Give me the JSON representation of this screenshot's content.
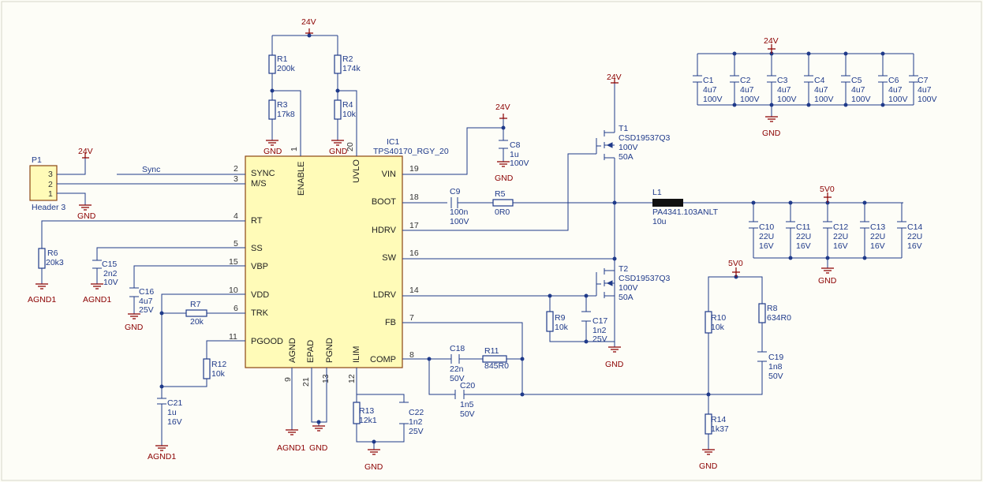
{
  "ic": {
    "designator": "IC1",
    "part": "TPS40170_RGY_20"
  },
  "ic_pins": {
    "sync": {
      "num": "2",
      "name": "SYNC"
    },
    "ms": {
      "num": "3",
      "name": "M/S"
    },
    "rt": {
      "num": "4",
      "name": "RT"
    },
    "ss": {
      "num": "5",
      "name": "SS"
    },
    "vbp": {
      "num": "15",
      "name": "VBP"
    },
    "vdd": {
      "num": "10",
      "name": "VDD"
    },
    "trk": {
      "num": "6",
      "name": "TRK"
    },
    "pgood": {
      "num": "11",
      "name": "PGOOD"
    },
    "enable": {
      "num": "1",
      "name": "ENABLE"
    },
    "uvlo": {
      "num": "20",
      "name": "UVLO"
    },
    "vin": {
      "num": "19",
      "name": "VIN"
    },
    "boot": {
      "num": "18",
      "name": "BOOT"
    },
    "hdrv": {
      "num": "17",
      "name": "HDRV"
    },
    "sw": {
      "num": "16",
      "name": "SW"
    },
    "ldrv": {
      "num": "14",
      "name": "LDRV"
    },
    "fb": {
      "num": "7",
      "name": "FB"
    },
    "comp": {
      "num": "8",
      "name": "COMP"
    },
    "agnd": {
      "num": "9",
      "name": "AGND"
    },
    "epad": {
      "num": "21",
      "name": "EPAD"
    },
    "pgnd": {
      "num": "13",
      "name": "PGND"
    },
    "ilim": {
      "num": "12",
      "name": "ILIM"
    }
  },
  "connector": {
    "designator": "P1",
    "part": "Header 3",
    "pins": [
      "3",
      "2",
      "1"
    ]
  },
  "net_labels": {
    "sync": "Sync"
  },
  "power": {
    "v24": "24V",
    "v5": "5V0",
    "gnd": "GND",
    "agnd": "AGND1"
  },
  "components": {
    "r1": {
      "des": "R1",
      "val": "200k"
    },
    "r2": {
      "des": "R2",
      "val": "174k"
    },
    "r3": {
      "des": "R3",
      "val": "17k8"
    },
    "r4": {
      "des": "R4",
      "val": "10k"
    },
    "r5": {
      "des": "R5",
      "val": "0R0"
    },
    "r6": {
      "des": "R6",
      "val": "20k3"
    },
    "r7": {
      "des": "R7",
      "val": "20k"
    },
    "r8": {
      "des": "R8",
      "val": "634R0"
    },
    "r9": {
      "des": "R9",
      "val": "10k"
    },
    "r10": {
      "des": "R10",
      "val": "10k"
    },
    "r11": {
      "des": "R11",
      "val": "845R0"
    },
    "r12": {
      "des": "R12",
      "val": "10k"
    },
    "r13": {
      "des": "R13",
      "val": "12k1"
    },
    "r14": {
      "des": "R14",
      "val": "1k37"
    },
    "c8": {
      "des": "C8",
      "val": "1u",
      "volt": "100V"
    },
    "c9": {
      "des": "C9",
      "val": "100n",
      "volt": "100V"
    },
    "c15": {
      "des": "C15",
      "val": "2n2",
      "volt": "10V"
    },
    "c16": {
      "des": "C16",
      "val": "4u7",
      "volt": "25V"
    },
    "c17": {
      "des": "C17",
      "val": "1n2",
      "volt": "25V"
    },
    "c18": {
      "des": "C18",
      "val": "22n",
      "volt": "50V"
    },
    "c19": {
      "des": "C19",
      "val": "1n8",
      "volt": "50V"
    },
    "c20": {
      "des": "C20",
      "val": "1n5",
      "volt": "50V"
    },
    "c21": {
      "des": "C21",
      "val": "1u",
      "volt": "16V"
    },
    "c22": {
      "des": "C22",
      "val": "1n2",
      "volt": "25V"
    },
    "l1": {
      "des": "L1",
      "part": "PA4341.103ANLT",
      "val": "10u"
    },
    "t1": {
      "des": "T1",
      "part": "CSD19537Q3",
      "volt": "100V",
      "amp": "50A"
    },
    "t2": {
      "des": "T2",
      "part": "CSD19537Q3",
      "volt": "100V",
      "amp": "50A"
    }
  },
  "input_caps": [
    {
      "des": "C1",
      "val": "4u7",
      "volt": "100V"
    },
    {
      "des": "C2",
      "val": "4u7",
      "volt": "100V"
    },
    {
      "des": "C3",
      "val": "4u7",
      "volt": "100V"
    },
    {
      "des": "C4",
      "val": "4u7",
      "volt": "100V"
    },
    {
      "des": "C5",
      "val": "4u7",
      "volt": "100V"
    },
    {
      "des": "C6",
      "val": "4u7",
      "volt": "100V"
    },
    {
      "des": "C7",
      "val": "4u7",
      "volt": "100V"
    }
  ],
  "output_caps": [
    {
      "des": "C10",
      "val": "22U",
      "volt": "16V"
    },
    {
      "des": "C11",
      "val": "22U",
      "volt": "16V"
    },
    {
      "des": "C12",
      "val": "22U",
      "volt": "16V"
    },
    {
      "des": "C13",
      "val": "22U",
      "volt": "16V"
    },
    {
      "des": "C14",
      "val": "22U",
      "volt": "16V"
    }
  ]
}
